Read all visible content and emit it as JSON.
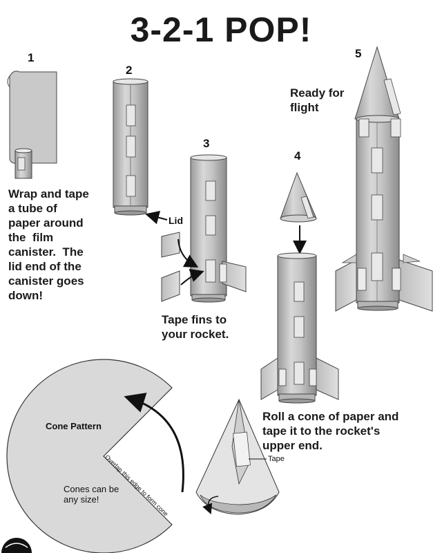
{
  "title": "3-2-1 POP!",
  "steps": [
    {
      "number": "1",
      "text": [
        "Wrap and tape",
        "a tube of",
        "paper around",
        "the  film",
        "canister.  The",
        "lid end of the",
        "canister goes",
        "down!"
      ]
    },
    {
      "number": "2",
      "label": "Lid"
    },
    {
      "number": "3",
      "text": [
        "Tape fins to",
        "your rocket."
      ]
    },
    {
      "number": "4",
      "text": [
        "Roll a cone of paper and",
        "tape it to the rocket's",
        "upper end."
      ],
      "label": "Tape"
    },
    {
      "number": "5",
      "text": [
        "Ready for",
        "flight"
      ]
    }
  ],
  "cone_pattern": {
    "title": "Cone Pattern",
    "edge_note": "Overlap this edge to form cone",
    "note": [
      "Cones can be",
      "any size!"
    ]
  }
}
